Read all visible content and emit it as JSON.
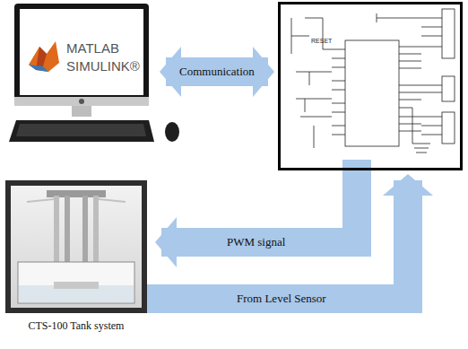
{
  "diagram": {
    "nodes": [
      {
        "text": [
          "MATLAB SIMULINK®"
        ]
      },
      {
        "text": [
          "RESET"
        ]
      },
      {
        "text": [
          "CTS-100 Tank system"
        ]
      }
    ],
    "edges": [
      {
        "from": 0,
        "to": 1,
        "arrow": "both",
        "label": "Communication"
      },
      {
        "from": 1,
        "to": 2,
        "arrow": "to",
        "label": "PWM signal"
      },
      {
        "from": 2,
        "to": 1,
        "arrow": "to",
        "label": "From Level Sensor"
      }
    ]
  }
}
